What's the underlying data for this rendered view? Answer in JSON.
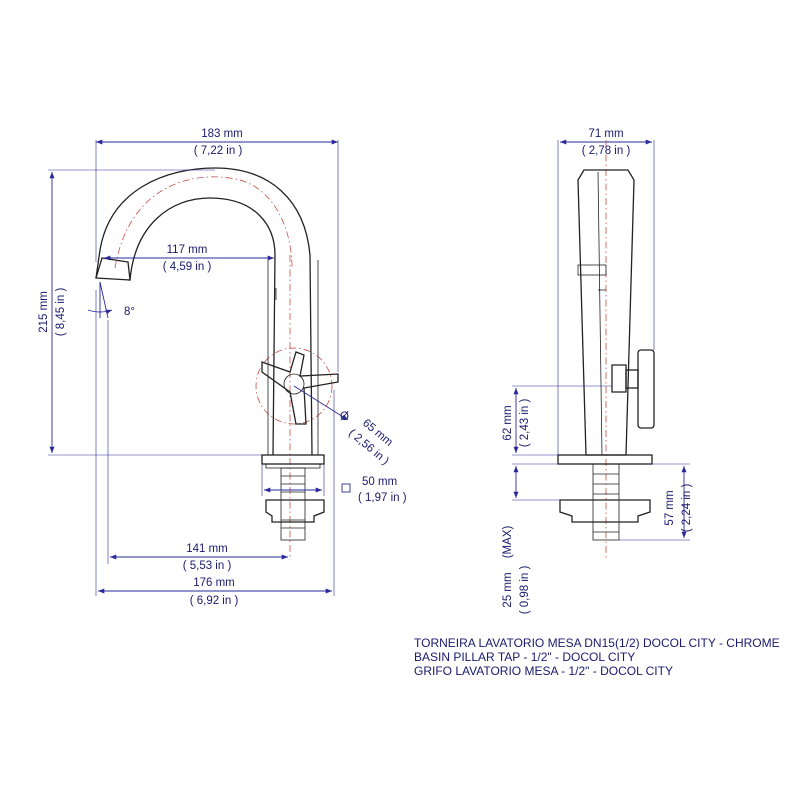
{
  "front_view": {
    "width_total": {
      "mm": "183 mm",
      "in": "( 7,22 in )"
    },
    "spout_reach": {
      "mm": "117 mm",
      "in": "( 4,59 in )"
    },
    "height_total": {
      "mm": "215 mm",
      "in": "( 8,45 in )"
    },
    "spout_angle": "8°",
    "handle_diameter": {
      "mm": "65 mm",
      "in": "( 2,56 in )",
      "symbol": "Ø"
    },
    "flange_square": {
      "mm": "50 mm",
      "in": "( 1,97 in )"
    },
    "base_to_spout": {
      "mm": "141 mm",
      "in": "( 5,53 in )"
    },
    "base_to_spout_max": {
      "mm": "176 mm",
      "in": "( 6,92 in )"
    }
  },
  "side_view": {
    "depth": {
      "mm": "71 mm",
      "in": "( 2,78 in )"
    },
    "handle_height": {
      "mm": "62 mm",
      "in": "( 2,43 in )"
    },
    "thread_length": {
      "mm": "57 mm",
      "in": "( 2,24 in )"
    },
    "counter_thickness": {
      "mm": "25 mm",
      "in": "( 0,98 in )",
      "note": "(MAX)"
    }
  },
  "caption": [
    "TORNEIRA LAVATORIO MESA DN15(1/2) DOCOL CITY - CHROME",
    "BASIN PILLAR TAP - 1/2\" - DOCOL CITY",
    "GRIFO LAVATORIO MESA - 1/2\" - DOCOL CITY"
  ],
  "colors": {
    "dimension": "#2a2a9a",
    "outline": "#222222",
    "centerline": "#c0392b"
  }
}
